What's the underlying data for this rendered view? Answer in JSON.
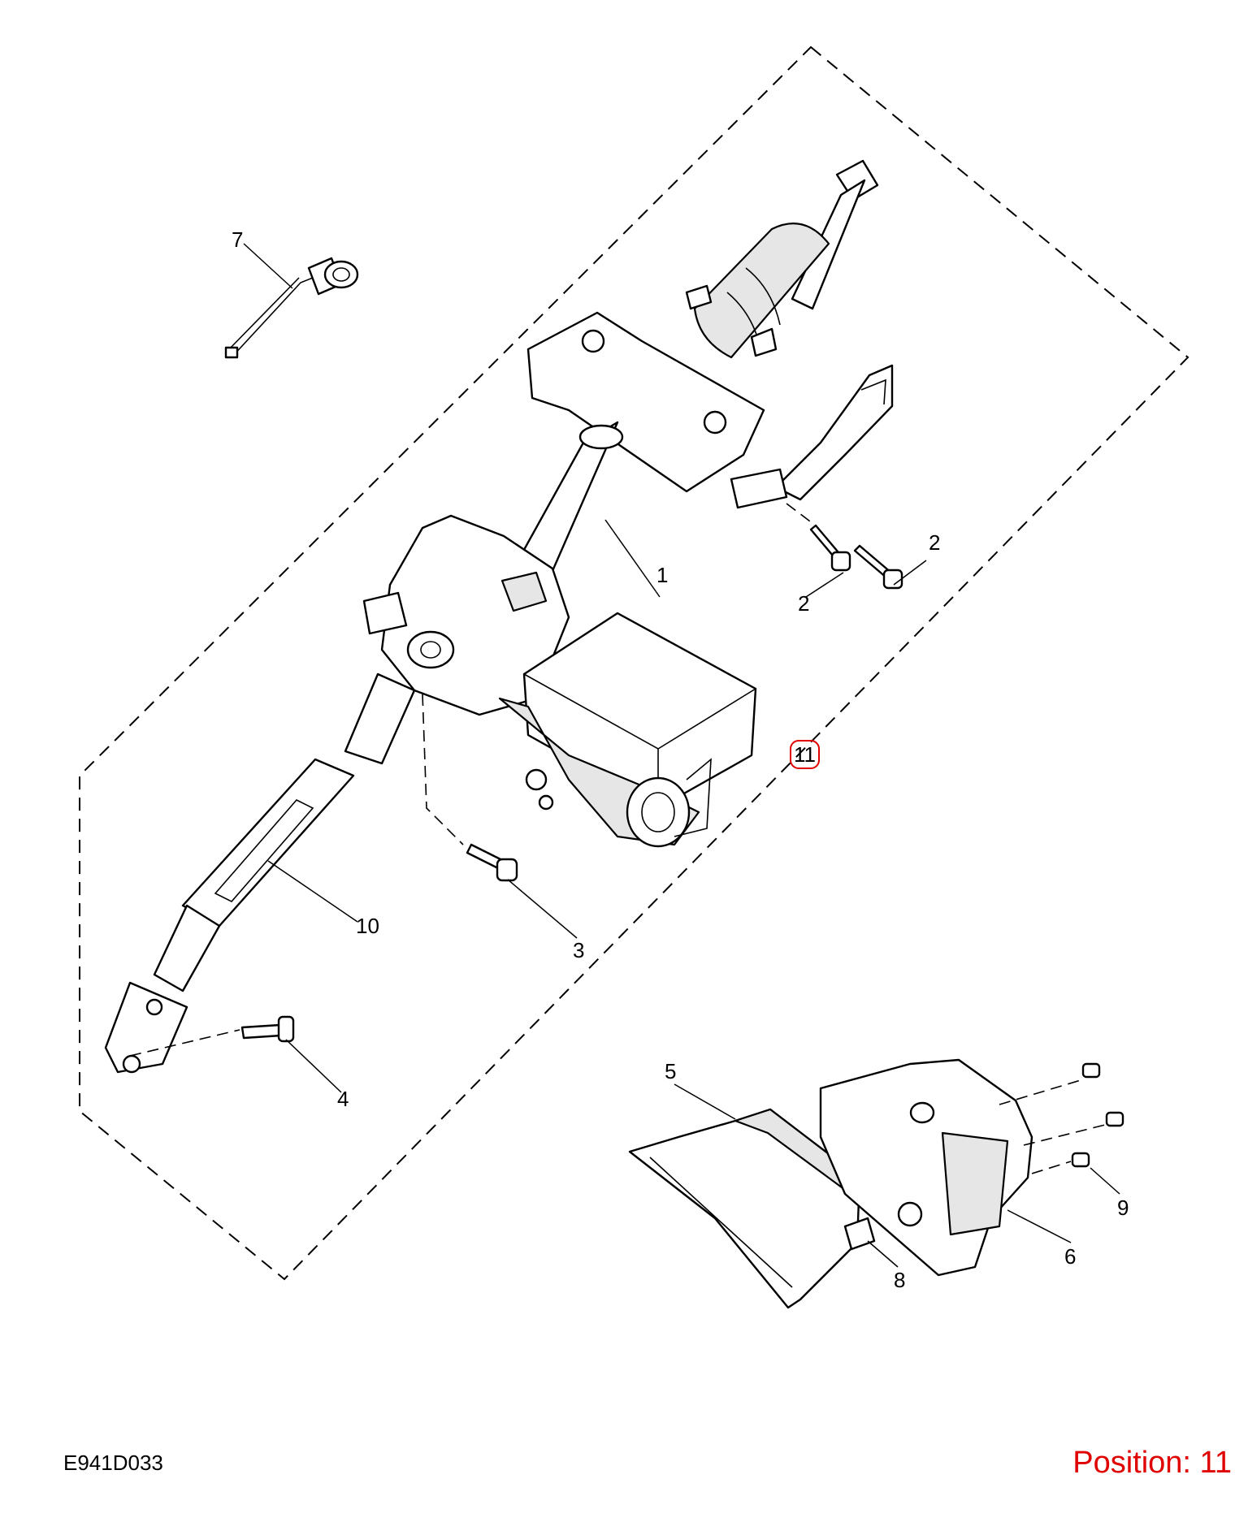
{
  "diagram": {
    "reference_code": "E941D033",
    "position_label": "Position: 11",
    "highlighted_callout": "11",
    "colors": {
      "line": "#000000",
      "highlight": "#e00000",
      "background": "#ffffff",
      "shade": "#e6e6e6"
    },
    "callouts": {
      "c1": "1",
      "c2a": "2",
      "c2b": "2",
      "c3": "3",
      "c4": "4",
      "c5": "5",
      "c6": "6",
      "c7": "7",
      "c8": "8",
      "c9": "9",
      "c10": "10",
      "c11": "11"
    }
  }
}
